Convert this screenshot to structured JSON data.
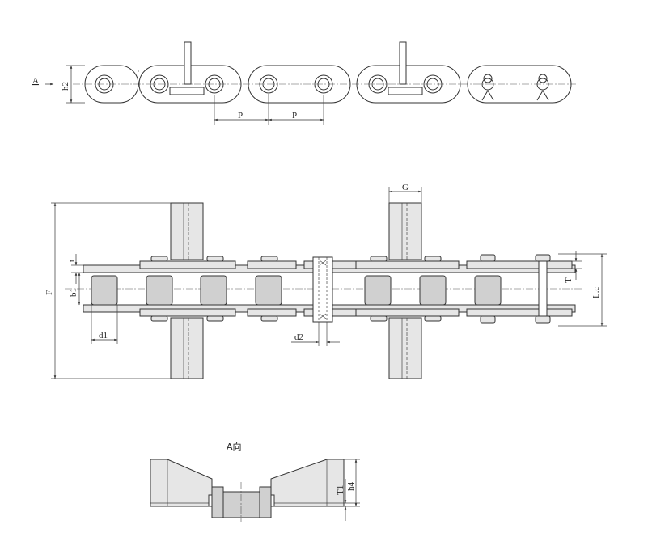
{
  "top_view": {
    "view_marker": "A",
    "h2_label": "h2",
    "pitch_label_left": "P",
    "pitch_label_right": "P"
  },
  "side_view": {
    "F_label": "F",
    "G_label": "G",
    "t_label": "t",
    "b1_label": "b1",
    "d1_label": "d1",
    "d2_label": "d2",
    "T_label": "T",
    "Lc_label": "L.c"
  },
  "a_view": {
    "title": "A向",
    "T1_label": "T1",
    "h4_label": "h4"
  },
  "colors": {
    "plate_fill": "#e6e6e6",
    "roller_fill": "#d0d0d0",
    "line": "#333333"
  }
}
